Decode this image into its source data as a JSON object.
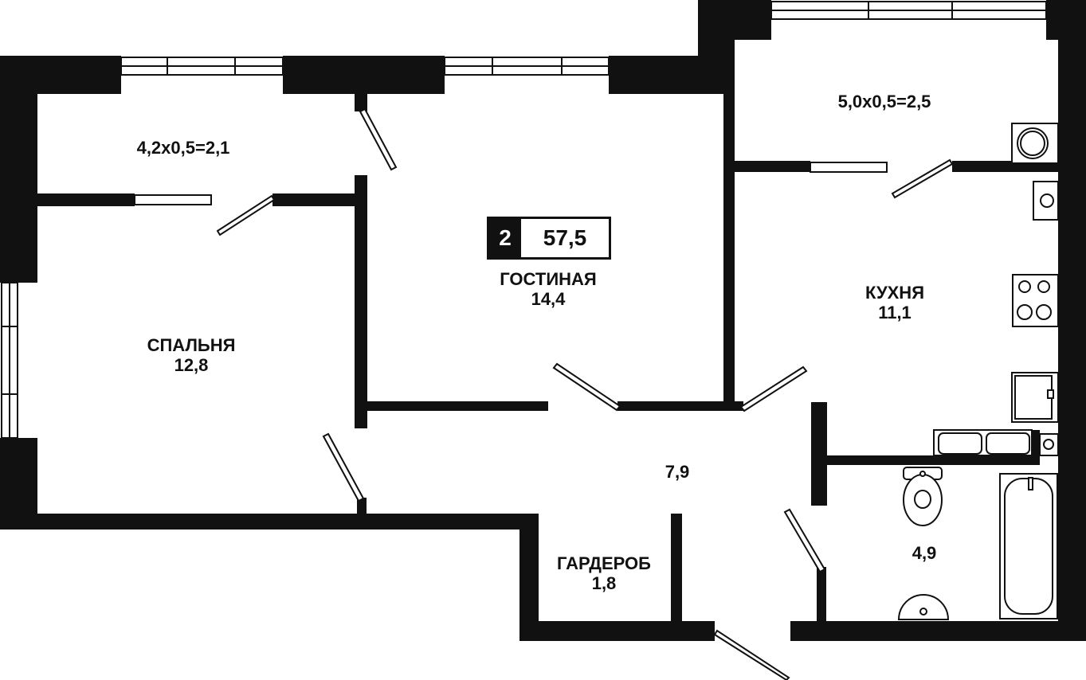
{
  "badge": {
    "rooms": "2",
    "total_area": "57,5"
  },
  "rooms": {
    "balcony_left": {
      "label": "4,2х0,5=2,1"
    },
    "balcony_right": {
      "label": "5,0х0,5=2,5"
    },
    "living": {
      "name": "ГОСТИНАЯ",
      "area": "14,4"
    },
    "bedroom": {
      "name": "СПАЛЬНЯ",
      "area": "12,8"
    },
    "kitchen": {
      "name": "КУХНЯ",
      "area": "11,1"
    },
    "hall": {
      "area": "7,9"
    },
    "wardrobe": {
      "name": "ГАРДЕРОБ",
      "area": "1,8"
    },
    "bathroom": {
      "area": "4,9"
    }
  }
}
